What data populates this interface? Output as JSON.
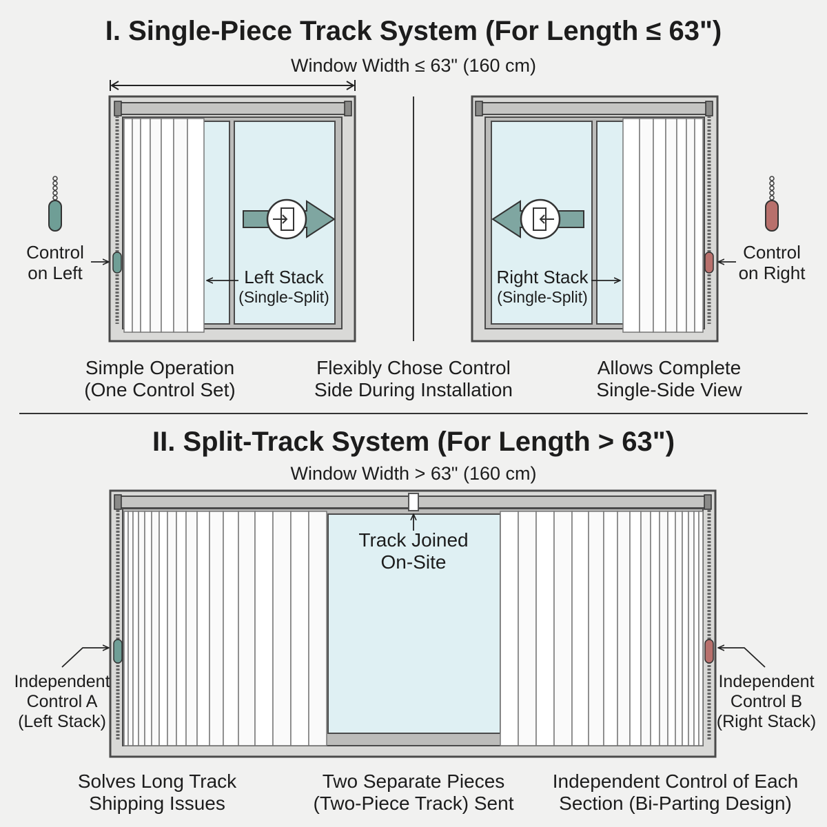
{
  "section1": {
    "title": "I. Single-Piece Track System (For Length ≤ 63\")",
    "width_label": "Window Width ≤ 63\" (160 cm)",
    "left_control": [
      "Control",
      "on Left"
    ],
    "right_control": [
      "Control",
      "on Right"
    ],
    "left_stack": [
      "Left Stack",
      "(Single-Split)"
    ],
    "right_stack": [
      "Right Stack",
      "(Single-Split)"
    ],
    "captions": [
      [
        "Simple Operation",
        "(One Control Set)"
      ],
      [
        "Flexibly Chose Control",
        "Side During Installation"
      ],
      [
        "Allows Complete",
        "Single-Side View"
      ]
    ]
  },
  "section2": {
    "title": "II. Split-Track System (For Length > 63\")",
    "width_label": "Window Width > 63\" (160 cm)",
    "joint_label": [
      "Track Joined",
      "On-Site"
    ],
    "control_a": [
      "Independent",
      "Control A",
      "(Left Stack)"
    ],
    "control_b": [
      "Independent",
      "Control B",
      "(Right Stack)"
    ],
    "captions": [
      [
        "Solves Long Track",
        "Shipping Issues"
      ],
      [
        "Two Separate Pieces",
        "(Two-Piece Track) Sent"
      ],
      [
        "Independent Control of Each",
        "Section (Bi-Parting Design)"
      ]
    ]
  },
  "colors": {
    "background": "#f1f1f0",
    "frame": "#d9d9d7",
    "outline": "#4a4a4a",
    "glass": "#dff0f3",
    "left_control": "#6f9e96",
    "right_control": "#b8706c",
    "arrow": "#7fa6a1"
  },
  "icons": [
    "pull-chain-left-icon",
    "pull-chain-right-icon",
    "open-right-arrow-icon",
    "open-left-arrow-icon"
  ]
}
